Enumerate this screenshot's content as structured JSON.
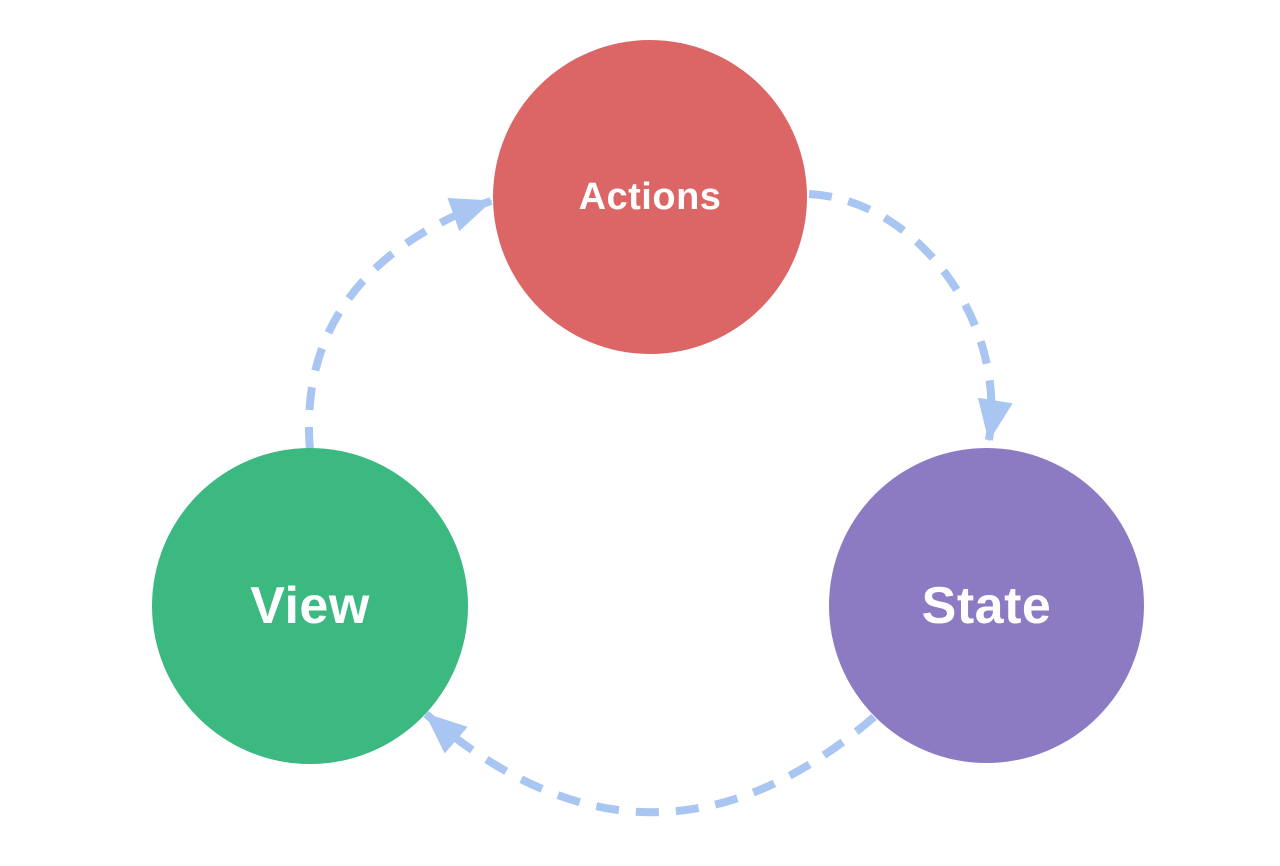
{
  "diagram": {
    "type": "cycle",
    "nodes": [
      {
        "id": "actions",
        "label": "Actions",
        "color": "#DC6565"
      },
      {
        "id": "state",
        "label": "State",
        "color": "#8C7BC3"
      },
      {
        "id": "view",
        "label": "View",
        "color": "#3CB881"
      }
    ],
    "edges": [
      {
        "from": "actions",
        "to": "state"
      },
      {
        "from": "state",
        "to": "view"
      },
      {
        "from": "view",
        "to": "actions"
      }
    ],
    "arrow_color": "#A9C5F1",
    "background_color": "#FFFFFF",
    "label_color": "#FFFFFF"
  }
}
